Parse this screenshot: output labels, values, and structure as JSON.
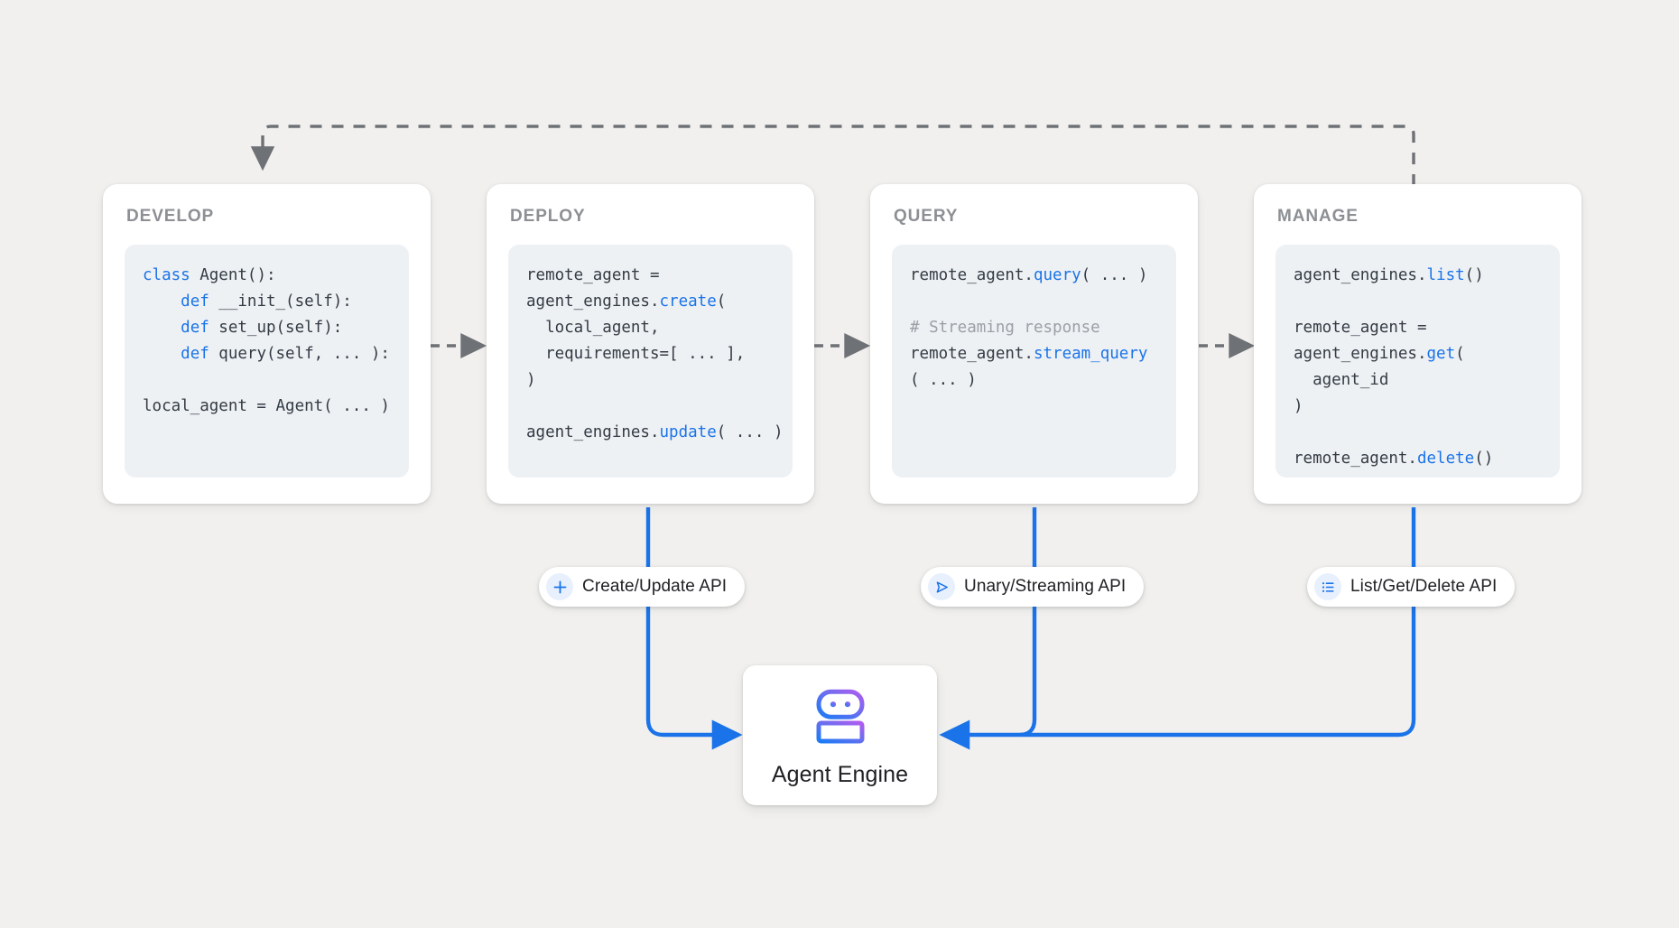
{
  "colors": {
    "background": "#f1f0ee",
    "card": "#ffffff",
    "code_bg": "#eef1f4",
    "accent_blue": "#1a73e8",
    "keyword_blue": "#1a73e8",
    "comment_gray": "#9aa0a6",
    "stage_title_gray": "#8c8f93",
    "dashed_arrow_gray": "#6e7175",
    "pill_icon_bg": "#e8f0fe",
    "robot_gradient_from": "#ab5cf2",
    "robot_gradient_to": "#1a73e8"
  },
  "stages": [
    {
      "id": "develop",
      "title": "DEVELOP",
      "code_lines": [
        [
          {
            "t": "class",
            "c": "kw"
          },
          {
            "t": " Agent():",
            "c": ""
          }
        ],
        [
          {
            "t": "    ",
            "c": ""
          },
          {
            "t": "def",
            "c": "kw"
          },
          {
            "t": " __init_(self):",
            "c": ""
          }
        ],
        [
          {
            "t": "    ",
            "c": ""
          },
          {
            "t": "def",
            "c": "kw"
          },
          {
            "t": " set_up(self):",
            "c": ""
          }
        ],
        [
          {
            "t": "    ",
            "c": ""
          },
          {
            "t": "def",
            "c": "kw"
          },
          {
            "t": " query(self, ... ):",
            "c": ""
          }
        ],
        [
          {
            "t": "",
            "c": ""
          }
        ],
        [
          {
            "t": "local_agent = Agent( ... )",
            "c": ""
          }
        ]
      ]
    },
    {
      "id": "deploy",
      "title": "DEPLOY",
      "code_lines": [
        [
          {
            "t": "remote_agent =",
            "c": ""
          }
        ],
        [
          {
            "t": "agent_engines.",
            "c": ""
          },
          {
            "t": "create",
            "c": "fn"
          },
          {
            "t": "(",
            "c": ""
          }
        ],
        [
          {
            "t": "  local_agent,",
            "c": ""
          }
        ],
        [
          {
            "t": "  requirements=[ ... ],",
            "c": ""
          }
        ],
        [
          {
            "t": ")",
            "c": ""
          }
        ],
        [
          {
            "t": "",
            "c": ""
          }
        ],
        [
          {
            "t": "agent_engines.",
            "c": ""
          },
          {
            "t": "update",
            "c": "fn"
          },
          {
            "t": "( ... )",
            "c": ""
          }
        ]
      ]
    },
    {
      "id": "query",
      "title": "QUERY",
      "code_lines": [
        [
          {
            "t": "remote_agent.",
            "c": ""
          },
          {
            "t": "query",
            "c": "fn"
          },
          {
            "t": "( ... )",
            "c": ""
          }
        ],
        [
          {
            "t": "",
            "c": ""
          }
        ],
        [
          {
            "t": "# Streaming response",
            "c": "cmt"
          }
        ],
        [
          {
            "t": "remote_agent.",
            "c": ""
          },
          {
            "t": "stream_query",
            "c": "fn"
          }
        ],
        [
          {
            "t": "( ... )",
            "c": ""
          }
        ]
      ]
    },
    {
      "id": "manage",
      "title": "MANAGE",
      "code_lines": [
        [
          {
            "t": "agent_engines.",
            "c": ""
          },
          {
            "t": "list",
            "c": "fn"
          },
          {
            "t": "()",
            "c": ""
          }
        ],
        [
          {
            "t": "",
            "c": ""
          }
        ],
        [
          {
            "t": "remote_agent =",
            "c": ""
          }
        ],
        [
          {
            "t": "agent_engines.",
            "c": ""
          },
          {
            "t": "get",
            "c": "fn"
          },
          {
            "t": "(",
            "c": ""
          }
        ],
        [
          {
            "t": "  agent_id",
            "c": ""
          }
        ],
        [
          {
            "t": ")",
            "c": ""
          }
        ],
        [
          {
            "t": "",
            "c": ""
          }
        ],
        [
          {
            "t": "remote_agent.",
            "c": ""
          },
          {
            "t": "delete",
            "c": "fn"
          },
          {
            "t": "()",
            "c": ""
          }
        ]
      ]
    }
  ],
  "api_pills": [
    {
      "id": "create-update",
      "label": "Create/Update API",
      "icon": "plus-icon"
    },
    {
      "id": "unary-streaming",
      "label": "Unary/Streaming API",
      "icon": "send-triangle-icon"
    },
    {
      "id": "list-get-delete",
      "label": "List/Get/Delete API",
      "icon": "list-icon"
    }
  ],
  "agent_engine": {
    "label": "Agent Engine",
    "icon": "robot-icon"
  },
  "connectors": {
    "stage_flow_arrows": 3,
    "feedback_loop": "manage-to-develop",
    "style": "dashed"
  }
}
